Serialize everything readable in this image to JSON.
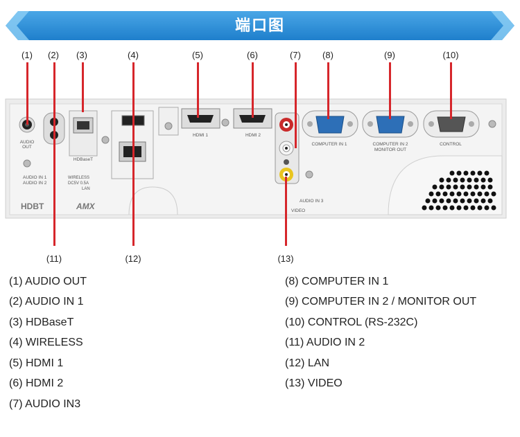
{
  "header": {
    "title": "端口图"
  },
  "callouts_top": [
    "(1)",
    "(2)",
    "(3)",
    "(4)",
    "(5)",
    "(6)",
    "(7)",
    "(8)",
    "(9)",
    "(10)"
  ],
  "callouts_bottom": [
    "(11)",
    "(12)",
    "(13)"
  ],
  "panel_labels": {
    "audio_out": "AUDIO\nOUT",
    "hdbaset": "HDBaseT",
    "hdmi1": "HDMI 1",
    "hdmi2": "HDMI 2",
    "computer_in_1": "COMPUTER IN 1",
    "computer_in_2": "COMPUTER IN 2",
    "monitor_out": "MONITOR OUT",
    "control": "CONTROL",
    "audio_in_1": "AUDIO IN 1",
    "audio_in_2": "AUDIO IN 2",
    "wireless": "WIRELESS",
    "dc5v": "DC5V 0.5A",
    "lan": "LAN",
    "audio_in_3": "AUDIO IN 3",
    "video": "VIDEO",
    "logo_hdbt": "HDBT",
    "logo_amx": "AMX"
  },
  "legend_left": [
    "(1) AUDIO OUT",
    "(2) AUDIO IN 1",
    "(3) HDBaseT",
    "(4) WIRELESS",
    "(5) HDMI 1",
    "(6) HDMI 2",
    "(7) AUDIO IN3"
  ],
  "legend_right": [
    "(8) COMPUTER IN 1",
    "(9) COMPUTER IN 2 / MONITOR OUT",
    "(10) CONTROL (RS-232C)",
    "(11) AUDIO IN 2",
    "(12) LAN",
    "(13) VIDEO"
  ],
  "colors": {
    "banner": "#2f8fd6",
    "banner_light": "#7dc3ef",
    "leader": "#d6262b",
    "panel": "#ececec"
  }
}
